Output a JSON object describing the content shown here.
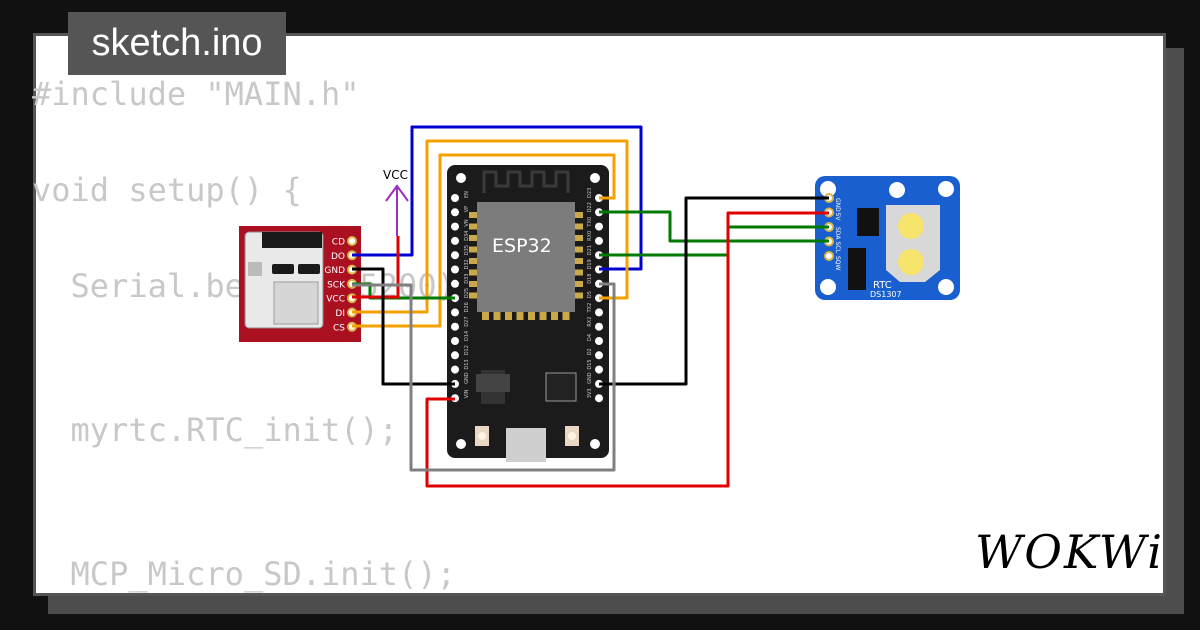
{
  "tab": {
    "title": "sketch.ino"
  },
  "code_lines": [
    "#include \"MAIN.h\"",
    "",
    "void setup() {",
    "",
    "  Serial.begin(115200);",
    "",
    "",
    "  myrtc.RTC_init();",
    "",
    "",
    "  MCP_Micro_SD.init();"
  ],
  "sd_card": {
    "pins": [
      "CD",
      "DO",
      "GND",
      "SCK",
      "VCC",
      "DI",
      "CS"
    ]
  },
  "vcc_label": "VCC",
  "esp32": {
    "label": "ESP32",
    "left_pins": [
      "EN",
      "VP",
      "VN",
      "D34",
      "D35",
      "D32",
      "D33",
      "D25",
      "D26",
      "D27",
      "D14",
      "D12",
      "D13",
      "GND",
      "VIN"
    ],
    "right_pins": [
      "D23",
      "D22",
      "TX0",
      "RX0",
      "D21",
      "D19",
      "D18",
      "D5",
      "TX2",
      "RX2",
      "D4",
      "D2",
      "D15",
      "GND",
      "3V3"
    ]
  },
  "rtc": {
    "pins": [
      "GND",
      "5V",
      "SDA",
      "SCL",
      "SQW"
    ],
    "label": "RTC",
    "chip": "DS1307"
  },
  "logo": {
    "text": "WOKWi"
  },
  "colors": {
    "wire_red": "#e00000",
    "wire_black": "#000000",
    "wire_blue": "#0000d0",
    "wire_orange": "#f5a100",
    "wire_green": "#007a00",
    "wire_gray": "#808080",
    "sd_board": "#aa1020",
    "rtc_board": "#1a5fd0",
    "vcc_symbol": "#9b30c0"
  }
}
